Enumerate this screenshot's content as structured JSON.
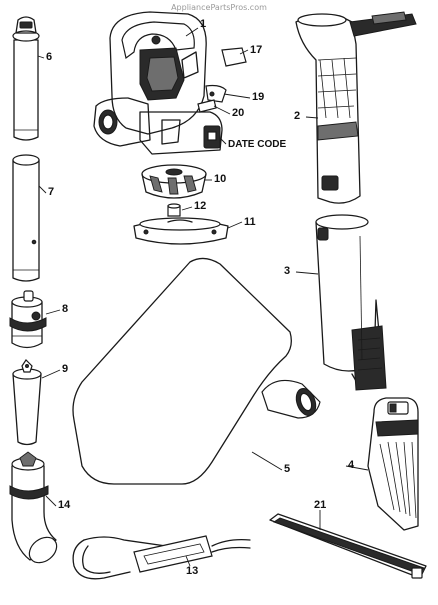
{
  "watermark": "AppliancePartsPros.com",
  "callouts": [
    {
      "id": "1",
      "text": "1"
    },
    {
      "id": "2",
      "text": "2"
    },
    {
      "id": "3",
      "text": "3"
    },
    {
      "id": "4",
      "text": "4"
    },
    {
      "id": "5",
      "text": "5"
    },
    {
      "id": "6",
      "text": "6"
    },
    {
      "id": "7",
      "text": "7"
    },
    {
      "id": "8",
      "text": "8"
    },
    {
      "id": "9",
      "text": "9"
    },
    {
      "id": "10",
      "text": "10"
    },
    {
      "id": "11",
      "text": "11"
    },
    {
      "id": "12",
      "text": "12"
    },
    {
      "id": "13",
      "text": "13"
    },
    {
      "id": "14",
      "text": "14"
    },
    {
      "id": "17",
      "text": "17"
    },
    {
      "id": "19",
      "text": "19"
    },
    {
      "id": "20",
      "text": "20"
    },
    {
      "id": "21",
      "text": "21"
    }
  ],
  "date_code_label": "DATE CODE"
}
